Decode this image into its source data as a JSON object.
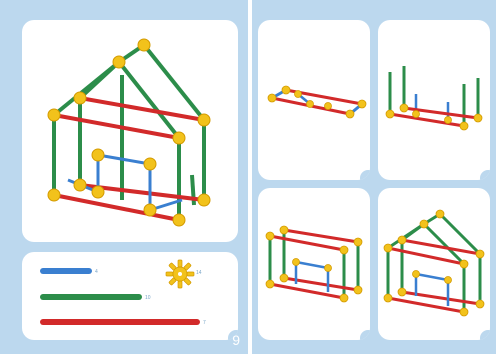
{
  "page_number": "9",
  "colors": {
    "background": "#bcd8ee",
    "blue_rod": "#3a7fd0",
    "green_rod": "#2c8d4a",
    "red_rod": "#d22a2a",
    "connector": "#f2c21b"
  },
  "parts_legend": [
    {
      "name": "blue-rod",
      "color": "#3a7fd0",
      "count": "4"
    },
    {
      "name": "green-rod",
      "color": "#2c8d4a",
      "count": "10"
    },
    {
      "name": "red-rod",
      "color": "#d22a2a",
      "count": "7"
    },
    {
      "name": "yellow-connector",
      "color": "#f2c21b",
      "count": "14"
    }
  ],
  "steps": [
    {
      "label": "step-1"
    },
    {
      "label": "step-2"
    },
    {
      "label": "step-3"
    },
    {
      "label": "step-4"
    }
  ]
}
